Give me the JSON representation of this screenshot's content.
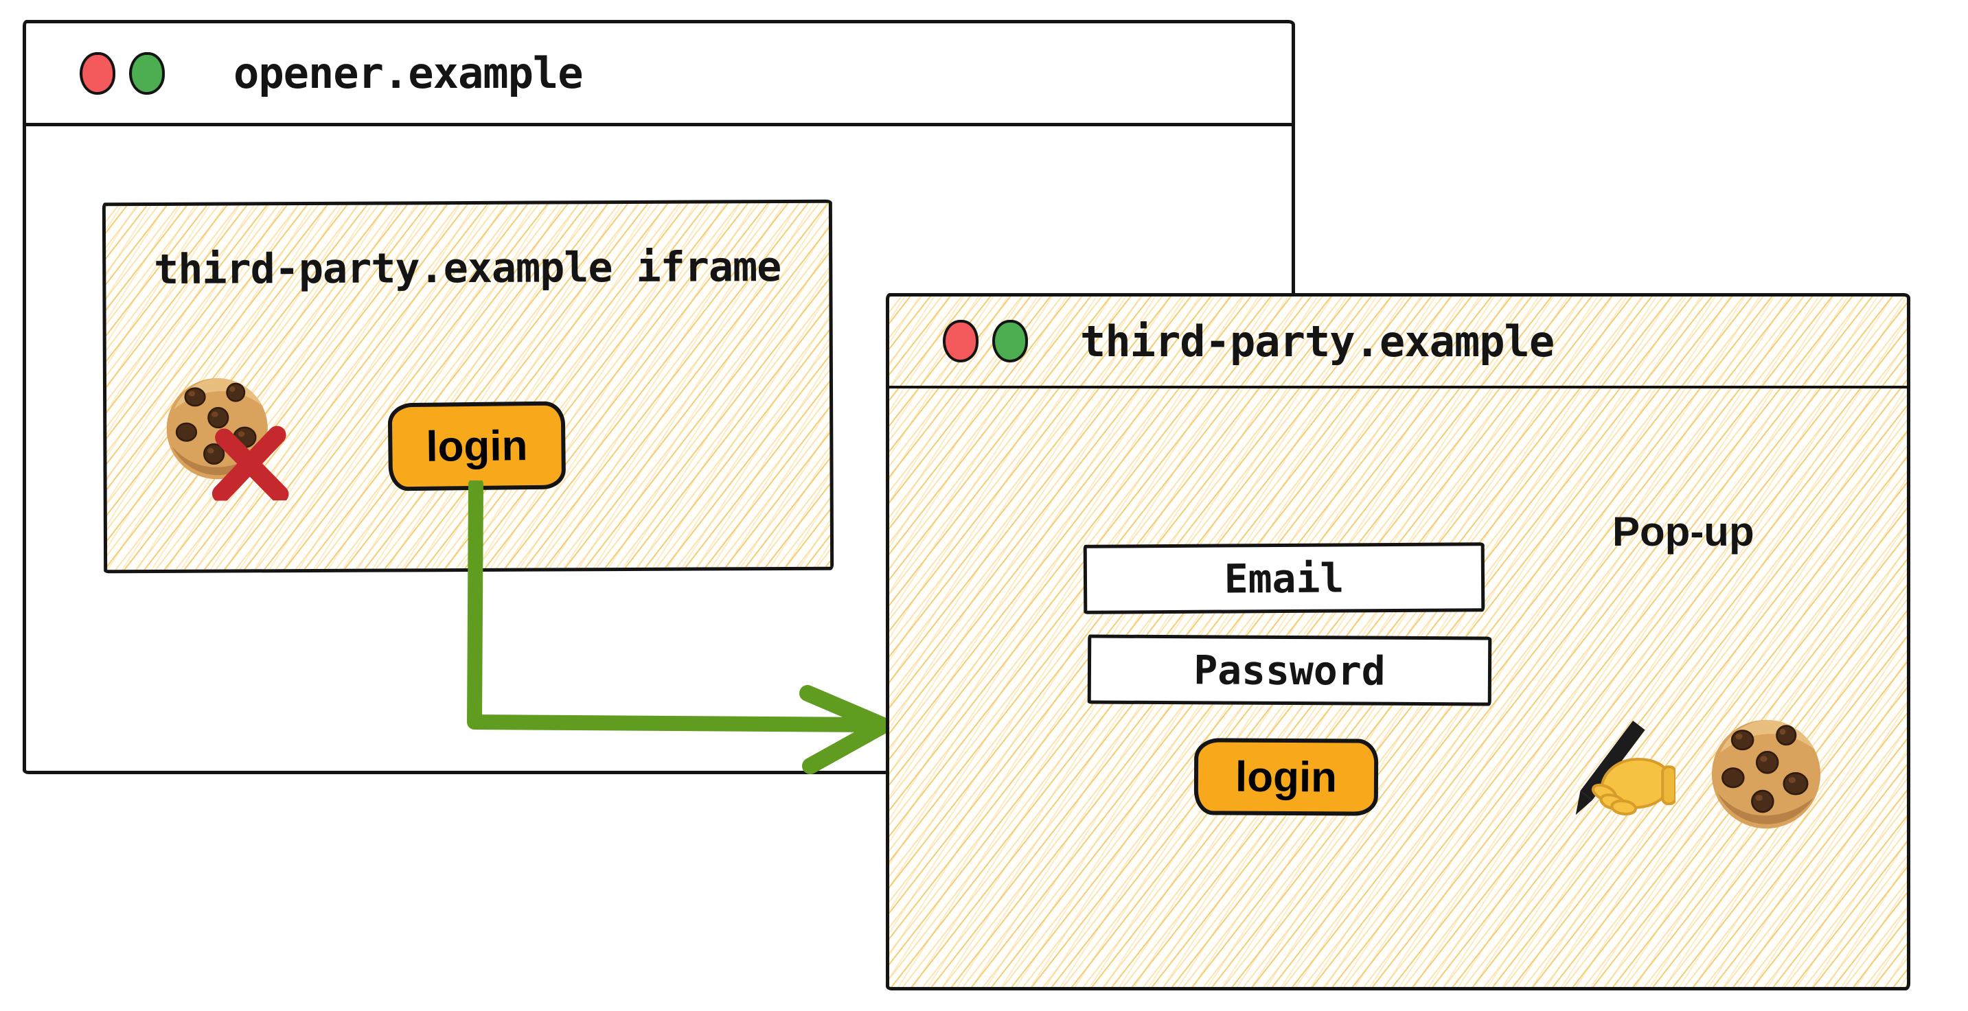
{
  "opener_window": {
    "title": "opener.example",
    "iframe": {
      "label": "third-party.example iframe",
      "login_button_label": "login"
    }
  },
  "popup_window": {
    "title": "third-party.example",
    "annotation": "Pop-up",
    "email_field_label": "Email",
    "password_field_label": "Password",
    "login_button_label": "login"
  },
  "icons": {
    "opener_traffic_lights": [
      "red-circle",
      "green-circle"
    ],
    "popup_traffic_lights": [
      "red-circle",
      "green-circle"
    ],
    "blocked_cookie": "cookie-icon with red cross-icon overlay (third-party cookie blocked)",
    "popup_icons": [
      "writing-hand-icon",
      "cookie-icon"
    ],
    "flow_arrow": "green elbow arrow from iframe login button to pop-up window"
  },
  "colors": {
    "button_orange": "#f8a81b",
    "arrow_green": "#5f9c20",
    "cross_red": "#c5292d",
    "traffic_red": "#f4595b",
    "traffic_green": "#4cae51",
    "hatch_yellow": "#f4cb70",
    "ink": "#141414"
  }
}
